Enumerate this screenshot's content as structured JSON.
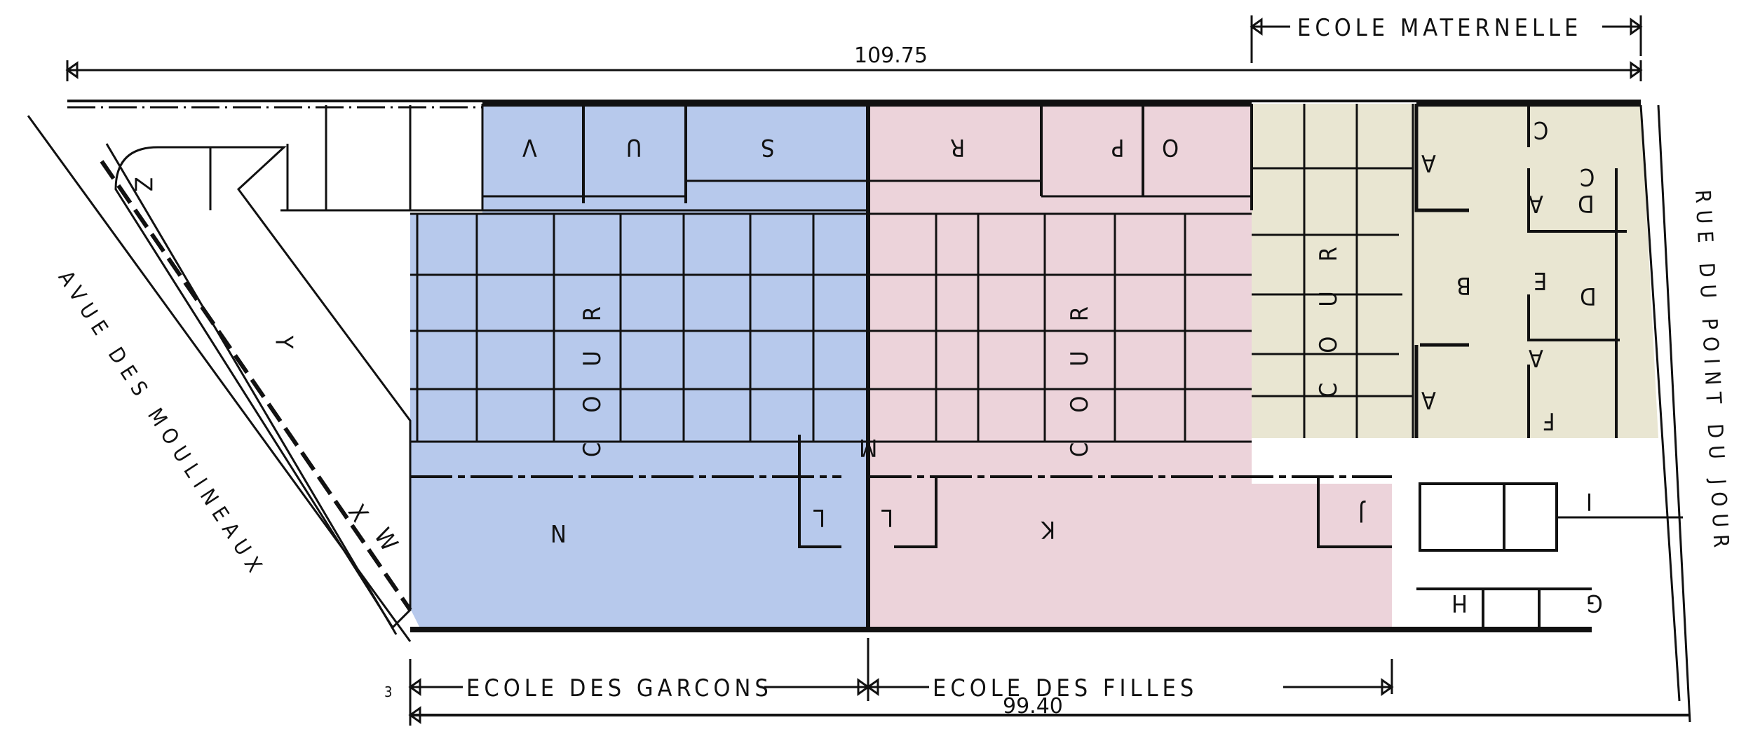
{
  "colors": {
    "boys_school": "#b7c9ec",
    "girls_school": "#ecd3da",
    "maternelle": "#e9e6d2",
    "ink": "#111111",
    "paper": "#ffffff"
  },
  "dimensions": {
    "top_total": "109.75",
    "bottom_total": "99.40"
  },
  "sections": {
    "maternelle": "ECOLE   MATERNELLE",
    "garcons": "ECOLE   DES   GARCONS",
    "filles": "ECOLE   DES   FILLES"
  },
  "streets": {
    "left": "AVUE DES MOULINEAUX",
    "right": "RUE DU POINT DU JOUR"
  },
  "courtyards": {
    "boys": "COUR",
    "girls": "COUR",
    "maternelle": "COUR"
  },
  "rooms": {
    "boys_top": [
      "V",
      "U",
      "S"
    ],
    "girls_top": [
      "R",
      "P",
      "O"
    ],
    "boys_hall": "N",
    "girls_hall": "K",
    "boys_side": "L",
    "girls_side": "L",
    "center_link": "M",
    "girls_corner": "J",
    "maternelle_classes": [
      "A",
      "A",
      "A",
      "A"
    ],
    "maternelle_hall": "B",
    "maternelle_c1": "C",
    "maternelle_c2": "C",
    "maternelle_d1": "D",
    "maternelle_d2": "D",
    "maternelle_e": "E",
    "maternelle_f": "F",
    "lower_right_g": "G",
    "lower_right_h": "H",
    "lower_right_i": "I",
    "left_wing": [
      "Z",
      "Y",
      "X",
      "W"
    ]
  },
  "misc": {
    "corner_mark": "3"
  }
}
